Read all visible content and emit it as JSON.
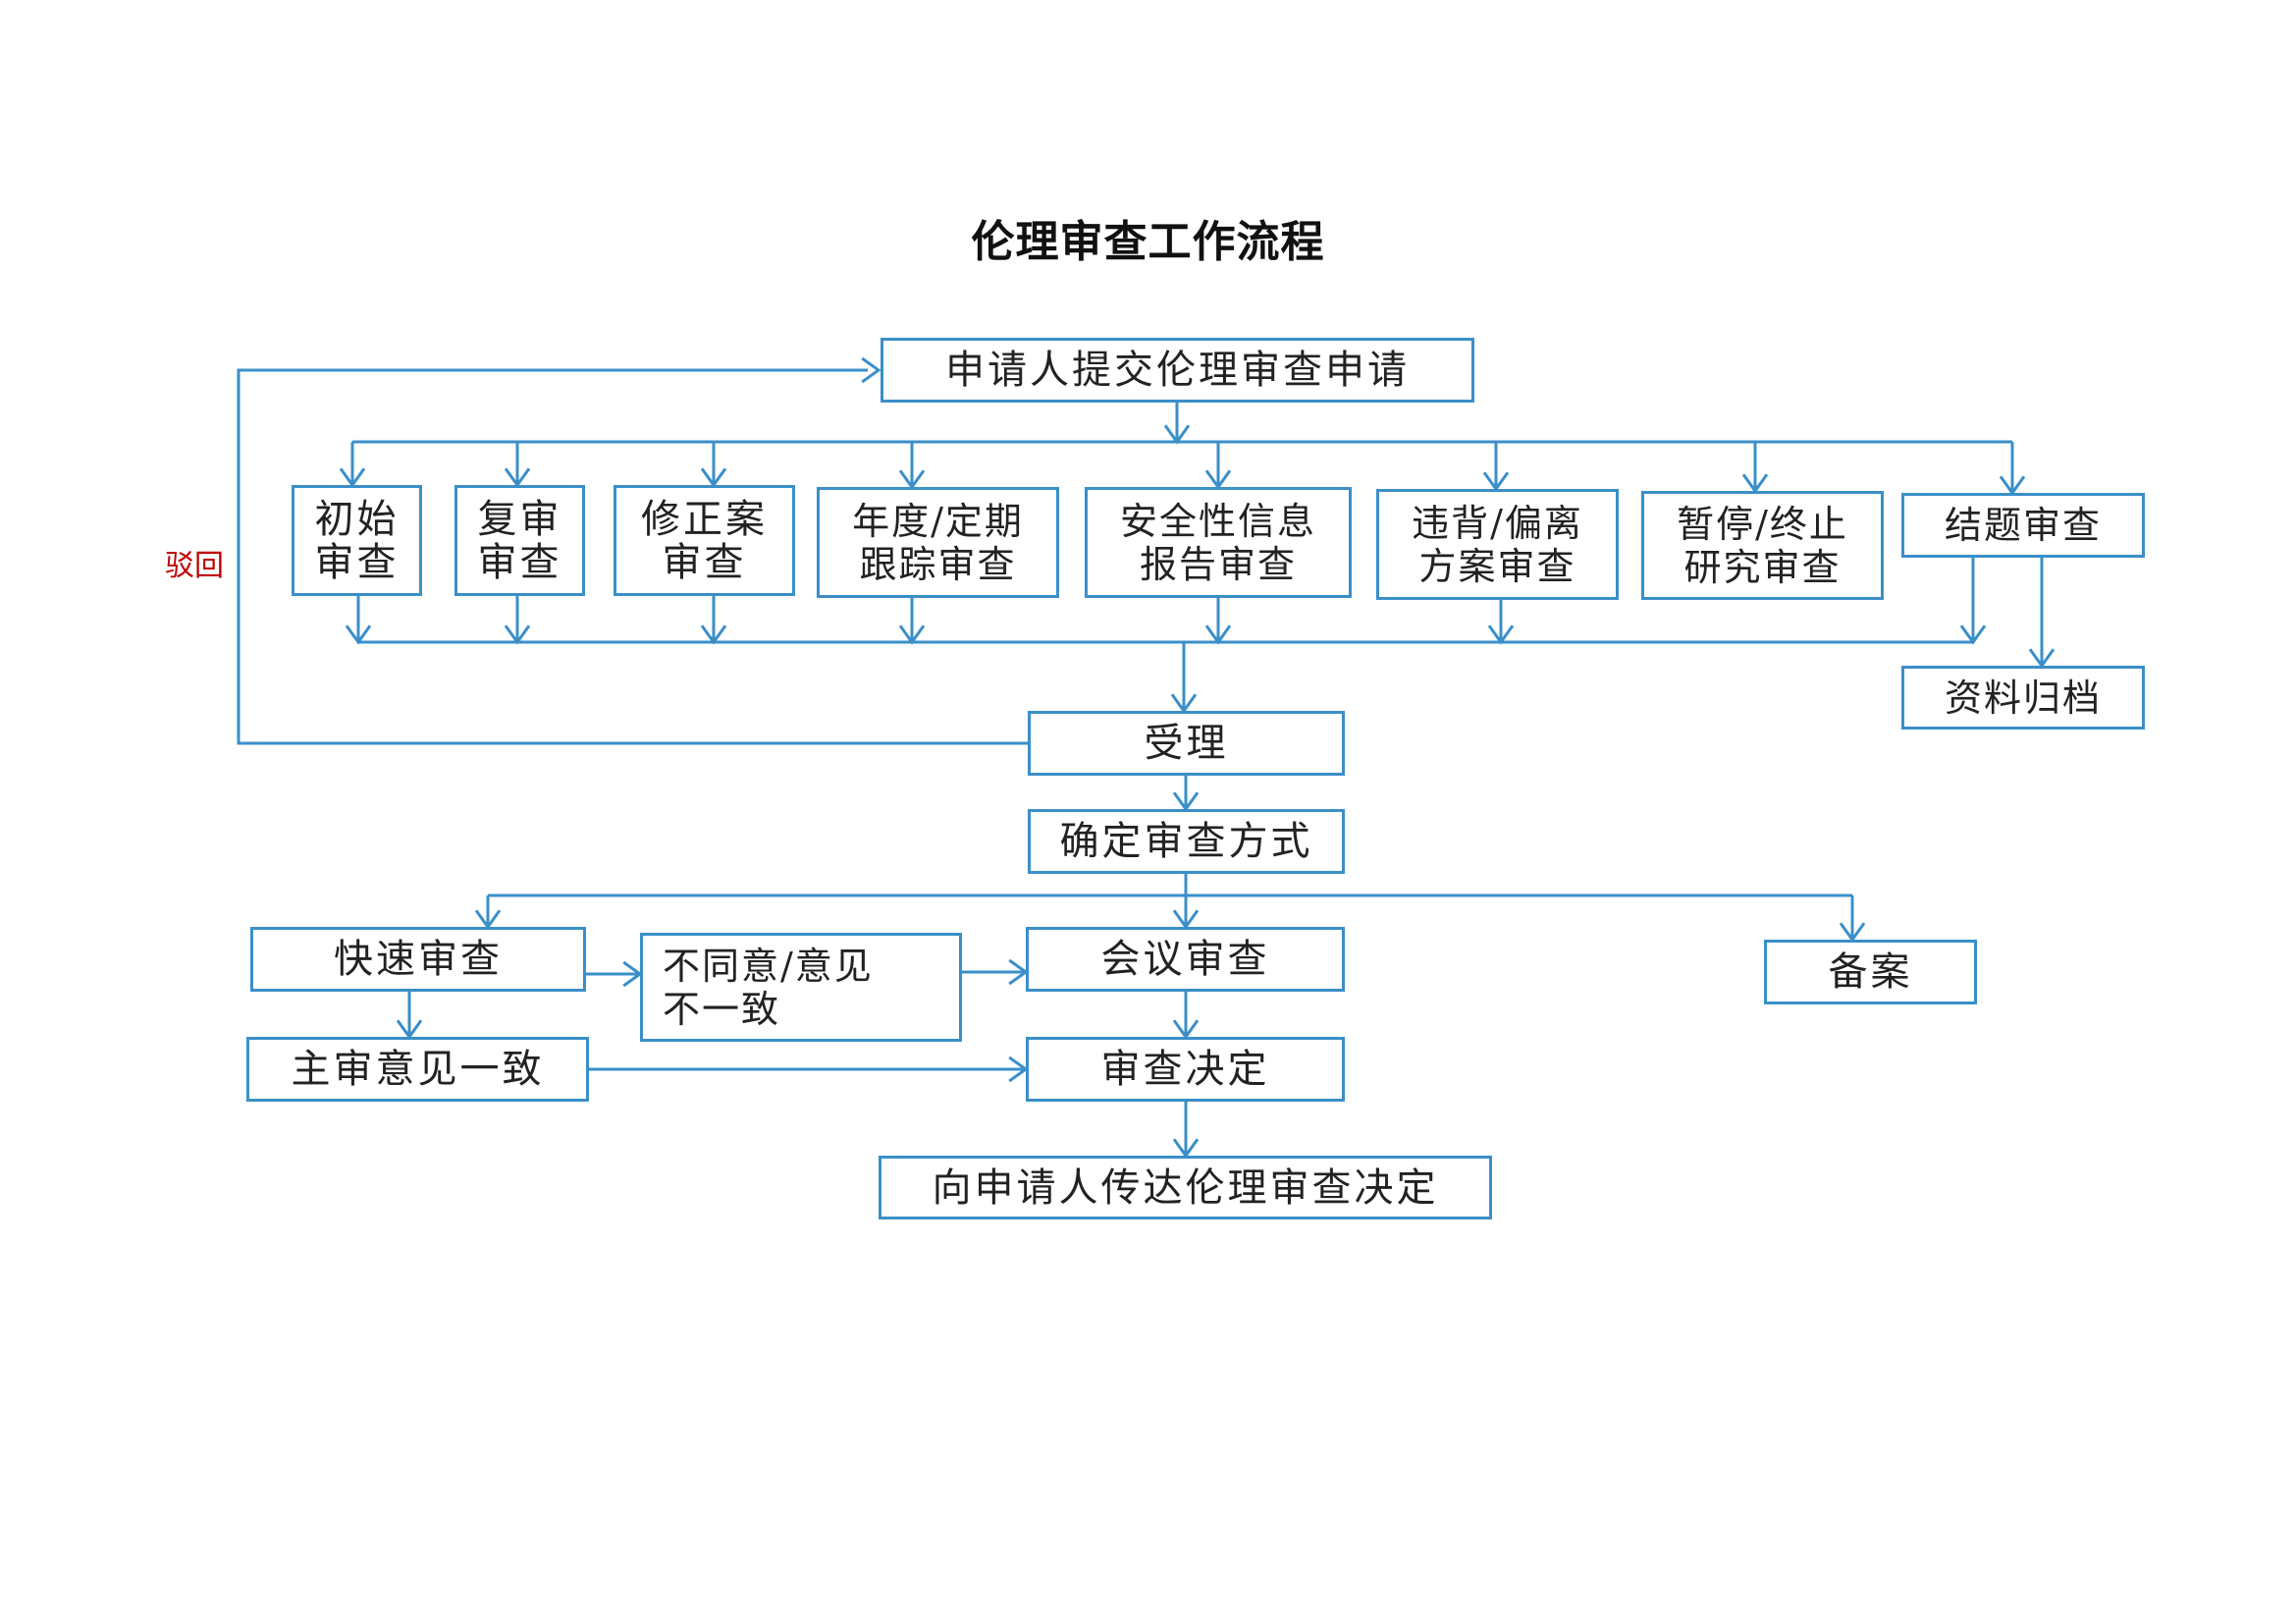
{
  "title": "伦理审查工作流程",
  "colors": {
    "line": "#3a8fc9",
    "reject_text": "#c00000"
  },
  "reject_label": "驳回",
  "nodes": {
    "submit": "申请人提交伦理审查申请",
    "initial": "初始\n审查",
    "repeat": "复审\n审查",
    "amendment": "修正案\n审查",
    "annual": "年度/定期\n跟踪审查",
    "safety": "安全性信息\n报告审查",
    "deviation": "违背/偏离\n方案审查",
    "suspend": "暂停/终止\n研究审查",
    "closure": "结题审查",
    "archive": "资料归档",
    "accept": "受理",
    "method": "确定审查方式",
    "expedited": "快速审查",
    "disagree": "不同意/意见\n不一致",
    "meeting": "会议审查",
    "filing": "备案",
    "consensus": "主审意见一致",
    "decision": "审查决定",
    "notify": "向申请人传达伦理审查决定"
  }
}
